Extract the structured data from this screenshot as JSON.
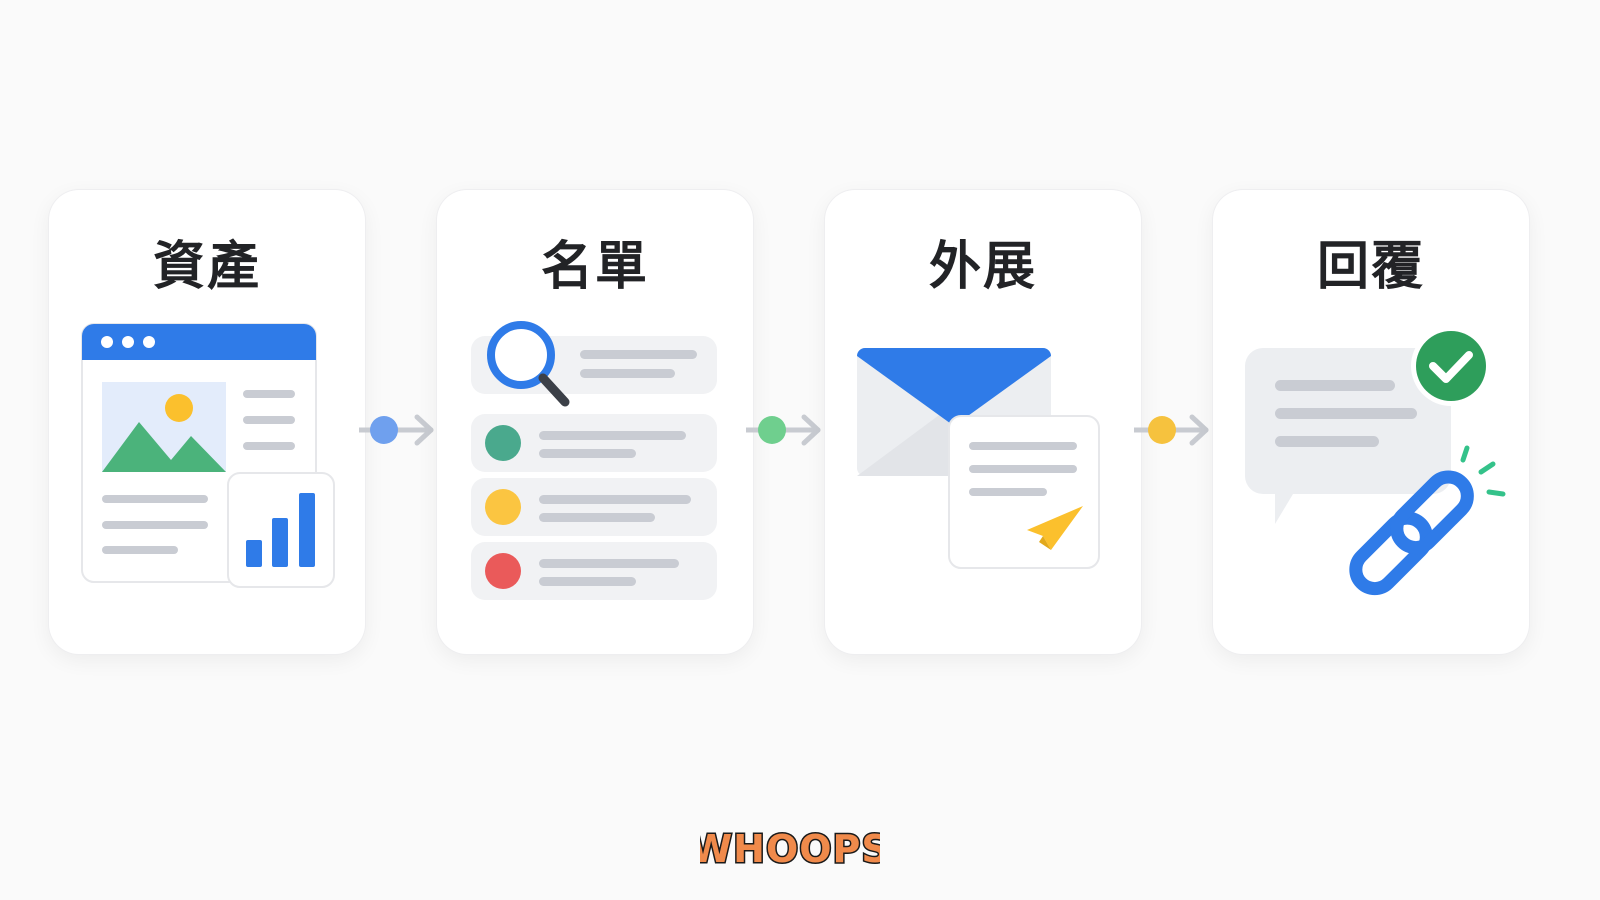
{
  "steps": [
    {
      "title": "資產",
      "icon": "browser-with-chart-icon"
    },
    {
      "title": "名單",
      "icon": "search-list-icon"
    },
    {
      "title": "外展",
      "icon": "mail-send-icon"
    },
    {
      "title": "回覆",
      "icon": "reply-link-icon"
    }
  ],
  "connectors": [
    {
      "color": "#6fa0ee"
    },
    {
      "color": "#6fcf8e"
    },
    {
      "color": "#f6c23e"
    }
  ],
  "logo": {
    "text": "WHOOPS",
    "fill": "#f08a4b",
    "stroke": "#1a1a1a"
  },
  "colors": {
    "blue": "#2f7be8",
    "green": "#34a853",
    "teal": "#4aa98d",
    "yellow": "#fbc02d",
    "red": "#ea5a5a",
    "gray_line": "#c9ccd3",
    "pill_bg": "#f1f2f4"
  }
}
